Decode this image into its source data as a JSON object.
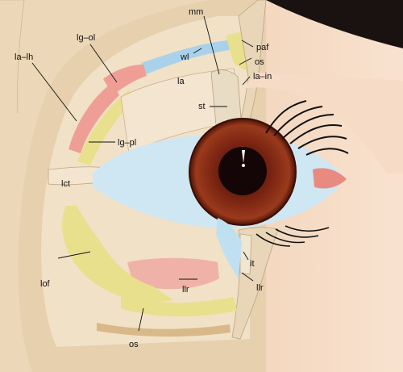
{
  "labels": {
    "mm": "mm",
    "paf": "paf",
    "os_upper": "os",
    "wl": "wl",
    "lg_ol": "lg–ol",
    "la_lh": "la–lh",
    "la": "la",
    "la_in": "la–in",
    "st": "st",
    "lg_pl": "lg–pl",
    "lct": "lct",
    "lof": "lof",
    "it": "it",
    "llr_inner": "llr",
    "llr_outer": "llr",
    "os_lower": "os"
  },
  "colors": {
    "background": "#ffffff",
    "skin": "#f6ddc7",
    "bone": "#e6d0ae",
    "fat": "#e8e08c",
    "gland": "#ef9e96",
    "sclera": "#cfe6f3",
    "iris": "#8a2a14",
    "pupil": "#140606",
    "muscle": "#f0b2a8",
    "line": "#111111"
  }
}
